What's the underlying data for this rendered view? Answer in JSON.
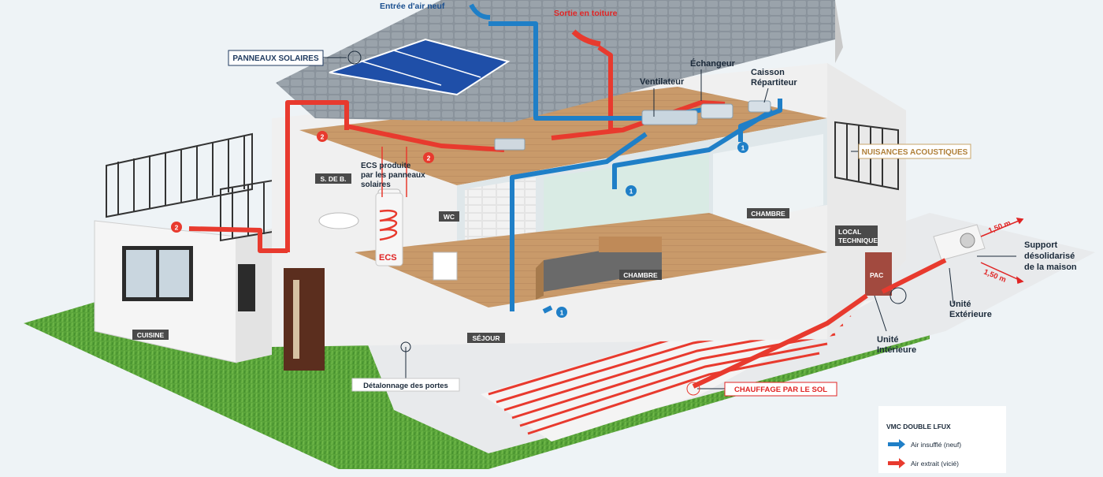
{
  "labels": {
    "air_intake": "Entrée d'air neuf",
    "roof_exhaust": "Sortie en toiture",
    "solar_panels": "PANNEAUX SOLAIRES",
    "exchanger": "Échangeur",
    "fan": "Ventilateur",
    "distribution_box_line1": "Caisson",
    "distribution_box_line2": "Répartiteur",
    "acoustic_nuisance": "NUISANCES ACOUSTIQUES",
    "ecs_line1": "ECS produite",
    "ecs_line2": "par les panneaux",
    "ecs_line3": "solaires",
    "ecs_tank": "ECS",
    "support_line1": "Support",
    "support_line2": "désolidarisé",
    "support_line3": "de la maison",
    "distance_top": "1,50 m",
    "distance_bottom": "1,50 m",
    "outdoor_unit_line1": "Unité",
    "outdoor_unit_line2": "Extérieure",
    "indoor_unit_line1": "Unité",
    "indoor_unit_line2": "Intérieure",
    "door_undercut": "Détalonnage des portes",
    "floor_heating": "CHAUFFAGE PAR LE SOL",
    "pac": "PAC"
  },
  "room_tags": {
    "bathroom": "S. DE B.",
    "wc": "WC",
    "bedroom_top": "CHAMBRE",
    "bedroom_mid": "CHAMBRE",
    "technical_room_line1": "LOCAL",
    "technical_room_line2": "TECHNIQUE",
    "living_room": "SÉJOUR",
    "kitchen": "CUISINE"
  },
  "markers": {
    "supply": "1",
    "extract": "2"
  },
  "legend": {
    "title": "VMC DOUBLE LFUX",
    "supply_label": "Air insufflé (neuf)",
    "extract_label": "Air extrait (vicié)"
  },
  "colors": {
    "supply_blue": "#1f7fc7",
    "extract_red": "#e83a2e",
    "roof_grey": "#7d8791",
    "floor_wood": "#b98a5e",
    "grass": "#5aa43a",
    "solar_blue": "#1f4fa8",
    "tag_bg": "#4a4a4a"
  }
}
